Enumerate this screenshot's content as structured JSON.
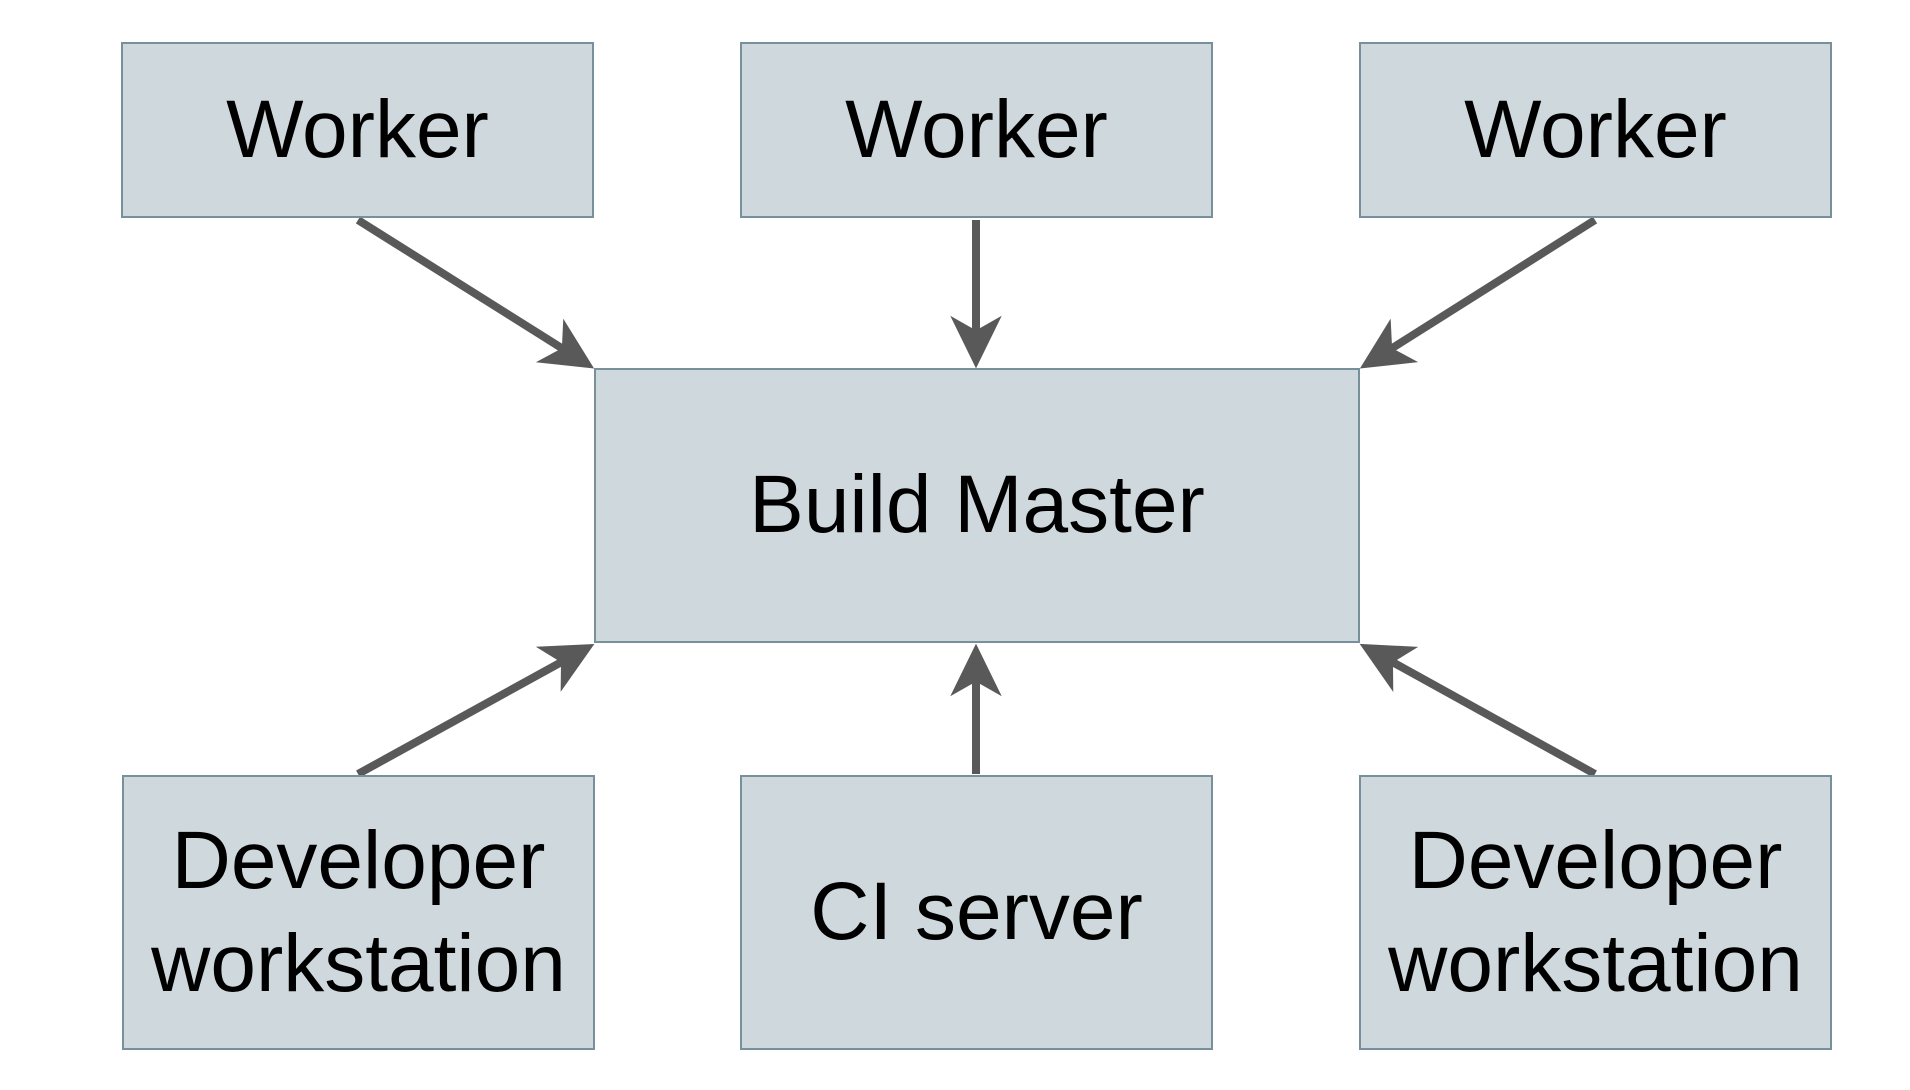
{
  "diagram": {
    "nodes": {
      "worker_left": {
        "label": "Worker"
      },
      "worker_middle": {
        "label": "Worker"
      },
      "worker_right": {
        "label": "Worker"
      },
      "build_master": {
        "label": "Build Master"
      },
      "dev_workstation_left": {
        "label": "Developer workstation"
      },
      "ci_server": {
        "label": "CI server"
      },
      "dev_workstation_right": {
        "label": "Developer workstation"
      }
    },
    "edges": [
      {
        "from": "worker_left",
        "to": "build_master"
      },
      {
        "from": "worker_middle",
        "to": "build_master"
      },
      {
        "from": "worker_right",
        "to": "build_master"
      },
      {
        "from": "dev_workstation_left",
        "to": "build_master"
      },
      {
        "from": "ci_server",
        "to": "build_master"
      },
      {
        "from": "dev_workstation_right",
        "to": "build_master"
      }
    ],
    "colors": {
      "background": "#ffffff",
      "node_fill": "#cfd8dc",
      "node_border": "#78909c",
      "arrow": "#595959",
      "text": "#000000"
    }
  }
}
